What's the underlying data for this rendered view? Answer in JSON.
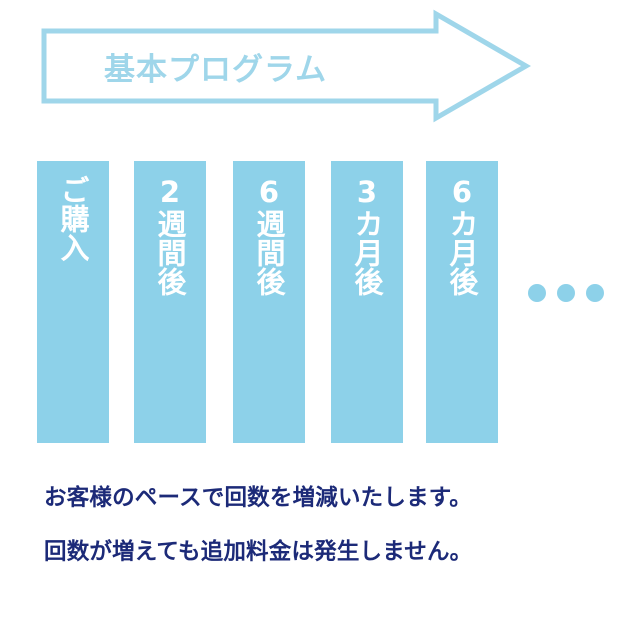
{
  "arrow": {
    "title": "基本プログラム",
    "color": "#9fd6ea"
  },
  "stages": [
    {
      "label": "ご購入"
    },
    {
      "label": "2週間後"
    },
    {
      "label": "6週間後"
    },
    {
      "label": "3カ月後"
    },
    {
      "label": "6カ月後"
    }
  ],
  "stage_color": "#8dd1e9",
  "notes": {
    "line1": "お客様のペースで回数を増減いたします。",
    "line2": "回数が増えても追加料金は発生しません。",
    "color": "#1c2a78"
  }
}
